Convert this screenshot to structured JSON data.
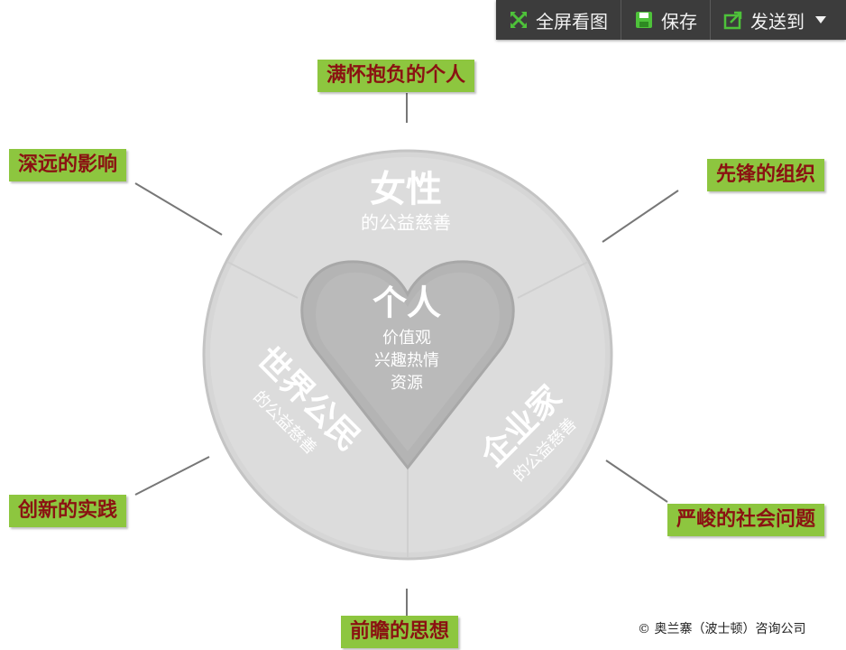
{
  "toolbar": {
    "fullscreen_label": "全屏看图",
    "save_label": "保存",
    "send_label": "发送到"
  },
  "diagram": {
    "top": {
      "title": "女性",
      "subtitle": "的公益慈善"
    },
    "left": {
      "title": "世界公民",
      "subtitle": "的公益慈善"
    },
    "right": {
      "title": "企业家",
      "subtitle": "的公益慈善"
    },
    "heart": {
      "title": "个人",
      "lines": [
        "价值观",
        "兴趣热情",
        "资源"
      ]
    },
    "labels": {
      "top": "满怀抱负的个人",
      "upper_left": "深远的影响",
      "upper_right": "先锋的组织",
      "lower_left": "创新的实践",
      "lower_right": "严峻的社会问题",
      "bottom": "前瞻的思想"
    }
  },
  "copyright": "© 奥兰寨（波士顿）咨询公司",
  "colors": {
    "label_bg": "#8dc63f",
    "label_text": "#8a1212",
    "circle": "#d9d9d9",
    "heart": "#b7b7b7",
    "toolbar_bg": "#3c3c3c"
  }
}
